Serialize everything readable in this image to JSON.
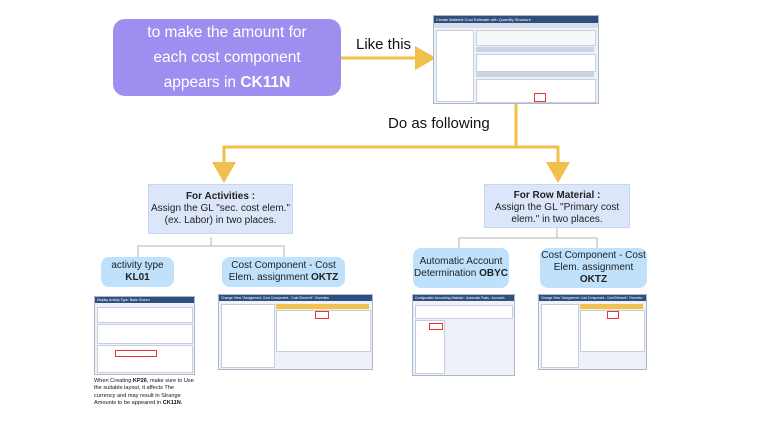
{
  "callout": {
    "line1": "to make the amount for",
    "line2": "each cost component",
    "line3_prefix": "appears in ",
    "line3_bold": "CK11N"
  },
  "labels": {
    "like_this": "Like this",
    "do_as_following": "Do as following"
  },
  "top_screenshot": {
    "title": "Create Material Cost Estimate with Quantity Structure"
  },
  "activities": {
    "title": "For Activities :",
    "line1": "Assign the GL \"sec. cost elem.\"",
    "line2": "(ex. Labor) in two places."
  },
  "row_material": {
    "title": "For Row Material :",
    "line1": "Assign the GL \"Primary cost",
    "line2": "elem.\" in two places."
  },
  "pills": {
    "activity_type": {
      "line1": "activity type",
      "line2": "KL01"
    },
    "cost_comp_left": {
      "line1": "Cost Component - Cost",
      "line2_prefix": "Elem. assignment ",
      "line2_bold": "OKTZ"
    },
    "auto_account": {
      "line1": "Automatic Account",
      "line2_prefix": "Determination ",
      "line2_bold": "OBYC"
    },
    "cost_comp_right": {
      "line1": "Cost Component - Cost",
      "line2_prefix": "Elem. assignment ",
      "line2_bold": "OKTZ"
    }
  },
  "screenshots": {
    "kl01_title": "Display Activity Type: Basic Screen",
    "oktz_left_title": "Change View \"Assignment: Cost Component - Cost Element\": Overview",
    "obyc_title": "Configuration Accounting Maintain : Automatic Posts - Accounts",
    "oktz_right_title": "Change View \"Assignment: Cost Component - Cost Element\": Overview"
  },
  "note": {
    "p1": "When Creating ",
    "b1": "KP26",
    "p2": ", make sure to Use the suitable layout, it affects The currency and may result in Strange Amounts to be appeared in ",
    "b2": "CK11N",
    "p3": "."
  },
  "colors": {
    "purple": "#9d8ff0",
    "arrow": "#f0c04a",
    "box_bg": "#dbe6fa",
    "pill_bg": "#bfe1fb",
    "connector": "#b5b5b5"
  }
}
